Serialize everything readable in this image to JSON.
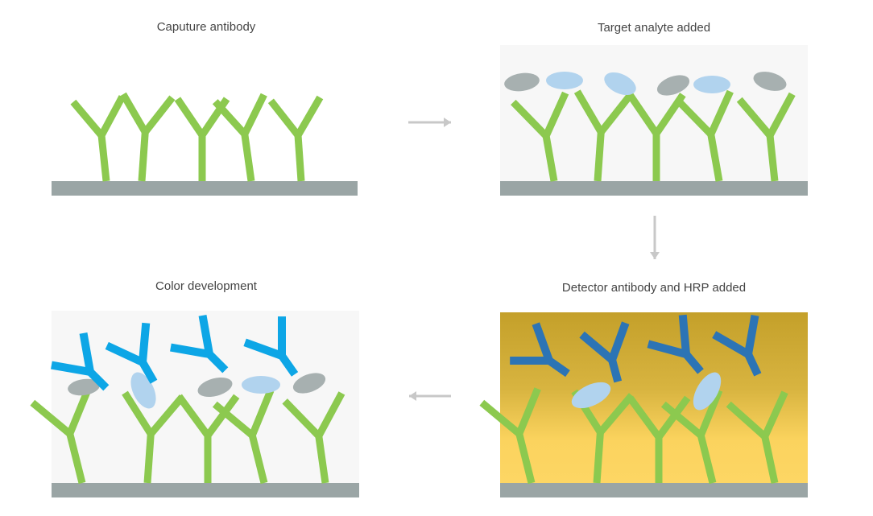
{
  "steps": [
    {
      "id": "capture",
      "title": "Caputure antibody"
    },
    {
      "id": "analyte",
      "title": "Target analyte added"
    },
    {
      "id": "detector",
      "title": "Detector antibody and HRP added"
    },
    {
      "id": "color",
      "title": "Color development"
    }
  ],
  "flow": [
    "capture",
    "analyte",
    "detector",
    "color"
  ],
  "colors": {
    "capture_antibody": "#8cc94f",
    "plate": "#9aa5a5",
    "panel_background": "#f7f7f7",
    "analyte_gray": "#a7b0b0",
    "analyte_blue": "#b1d3ee",
    "detector_antibody_dark": "#2c74b5",
    "detector_antibody_light": "#0da6e6",
    "hrp_gradient_top": "#c4a02a",
    "hrp_gradient_bottom": "#fdd664",
    "arrow": "#c8c8c8"
  }
}
